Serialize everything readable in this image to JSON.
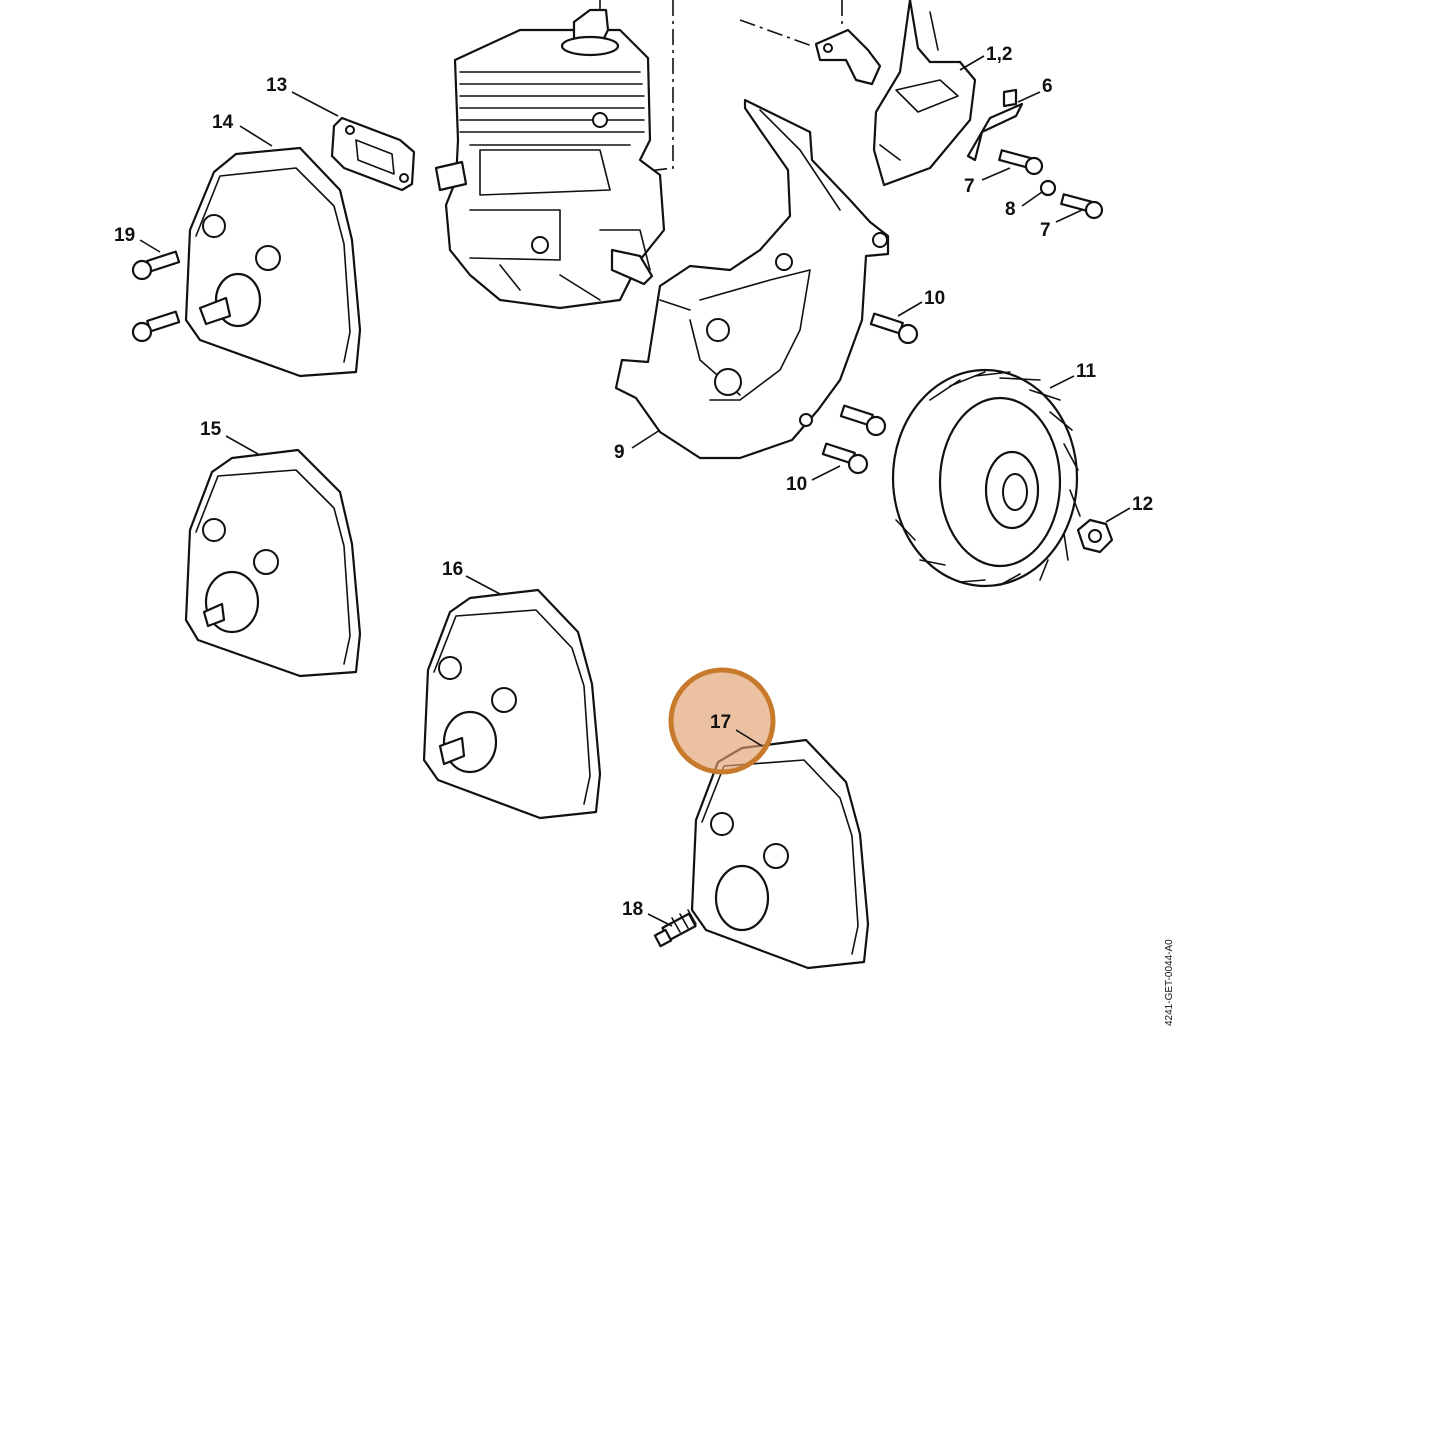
{
  "diagram": {
    "document_id": "4241-GET-0044-A0",
    "highlight_color": "#e0a070",
    "highlighted_callout": "17",
    "callouts": {
      "c1_2": "1,2",
      "c6": "6",
      "c7a": "7",
      "c7b": "7",
      "c8": "8",
      "c9": "9",
      "c10a": "10",
      "c10b": "10",
      "c11": "11",
      "c12": "12",
      "c13": "13",
      "c14": "14",
      "c15": "15",
      "c16": "16",
      "c17": "17",
      "c18": "18",
      "c19": "19"
    }
  }
}
